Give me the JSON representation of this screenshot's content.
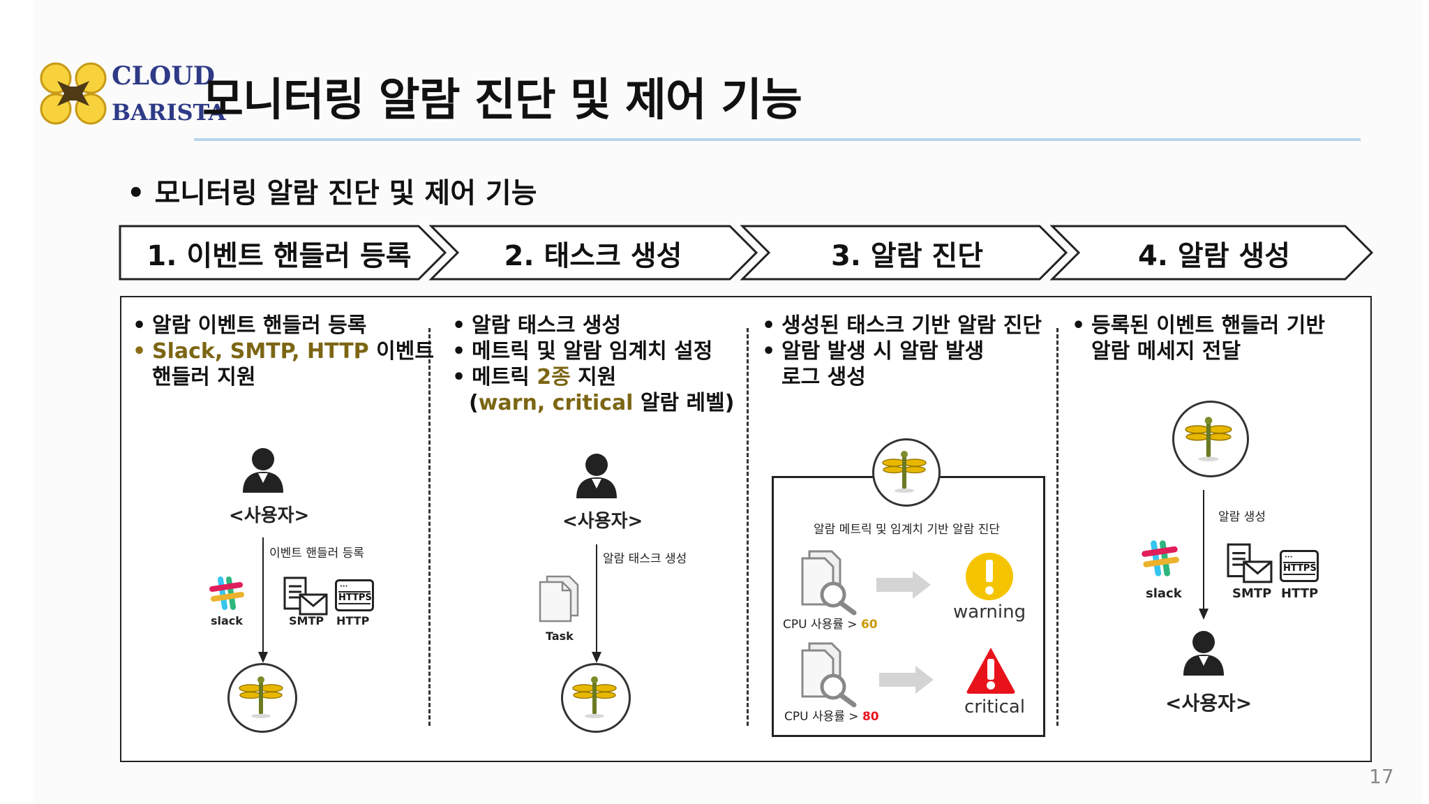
{
  "header": {
    "logo_line1": "CLOUD",
    "logo_line2": "BARISTA",
    "title": "모니터링 알람 진단 및 제어 기능"
  },
  "subtitle": "모니터링 알람 진단 및 제어 기능",
  "steps": [
    {
      "label": "1. 이벤트 핸들러 등록"
    },
    {
      "label": "2. 태스크 생성"
    },
    {
      "label": "3. 알람 진단"
    },
    {
      "label": "4. 알람 생성"
    }
  ],
  "col1": {
    "bullet1": "알람 이벤트 핸들러 등록",
    "bullet2_highlight": "Slack, SMTP, HTTP",
    "bullet2_rest": " 이벤트",
    "bullet2_cont": "핸들러 지원",
    "user_label": "<사용자>",
    "flow_label": "이벤트 핸들러 등록",
    "slack_label": "slack",
    "smtp_label": "SMTP",
    "http_label": "HTTP",
    "https_badge": "HTTPS"
  },
  "col2": {
    "bullet1": "알람 태스크 생성",
    "bullet2": "메트릭 및 알람 임계치 설정",
    "bullet3_prefix": "메트릭 ",
    "bullet3_highlight": "2종",
    "bullet3_suffix": " 지원",
    "bullet3_cont_open": "(",
    "bullet3_cont_highlight": "warn, critical",
    "bullet3_cont_rest": " 알람 레벨)",
    "user_label": "<사용자>",
    "flow_label": "알람 태스크 생성",
    "task_label": "Task"
  },
  "col3": {
    "bullet1": "생성된 태스크 기반 알람 진단",
    "bullet2": "알람 발생 시 알람 발생",
    "bullet2_cont": "로그 생성",
    "box_title": "알람 메트릭 및 임계치 기반 알람 진단",
    "cpu1_text": "CPU 사용률 > ",
    "cpu1_value": "60",
    "cpu2_text": "CPU 사용률 > ",
    "cpu2_value": "80",
    "warning_label": "warning",
    "critical_label": "critical"
  },
  "col4": {
    "bullet1": "등록된 이벤트 핸들러 기반",
    "bullet1_cont": "알람 메세지 전달",
    "flow_label": "알람 생성",
    "slack_label": "slack",
    "smtp_label": "SMTP",
    "http_label": "HTTP",
    "https_badge": "HTTPS",
    "user_label": "<사용자>"
  },
  "page_number": "17",
  "colors": {
    "gold": "#7c6614",
    "warning": "#f5c400",
    "critical": "#e8121b",
    "rule": "#b8d3ec"
  }
}
